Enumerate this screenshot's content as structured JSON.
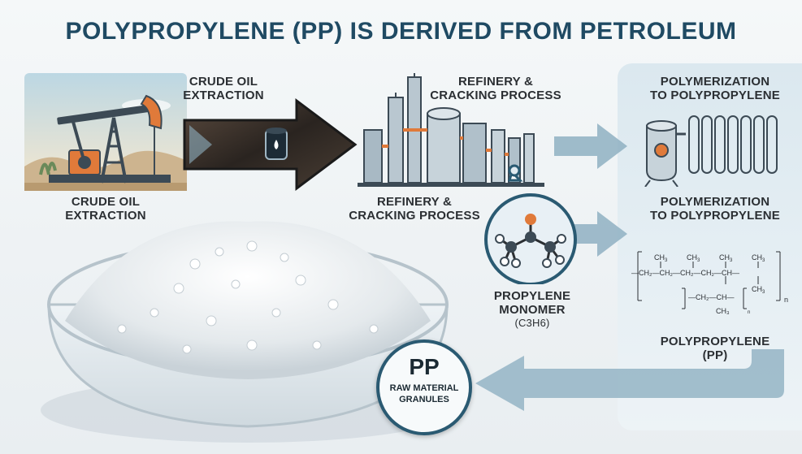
{
  "title": "POLYPROPYLENE (PP) IS DERIVED FROM PETROLEUM",
  "labels": {
    "crude_oil_top": "CRUDE OIL\nEXTRACTION",
    "crude_oil_bottom": "CRUDE OIL\nEXTRACTION",
    "refinery_top": "REFINERY &\nCRACKING PROCESS",
    "refinery_bottom": "REFINERY &\nCRACKING PROCESS",
    "polymerization_top": "POLYMERIZATION\nTO POLYPROPYLENE",
    "polymerization_bottom": "POLYMERIZATION\nTO POLYPROPYLENE",
    "monomer_line1": "PROPYLENE",
    "monomer_line2": "MONOMER",
    "monomer_formula": "(C3H6)",
    "polymer_line1": "POLYPROPYLENE",
    "polymer_line2": "(PP)"
  },
  "badge": {
    "big": "PP",
    "small": "RAW MATERIAL\nGRANULES"
  },
  "formula": {
    "ch3": "CH3",
    "ch2": "CH2",
    "ch": "CH",
    "n": "n"
  },
  "colors": {
    "title": "#1f4a63",
    "arrow_light": "#8fb0c2",
    "arrow_dark": "#2b2f33",
    "panel": "#dbe8ef",
    "accent_orange": "#e07a3a"
  }
}
